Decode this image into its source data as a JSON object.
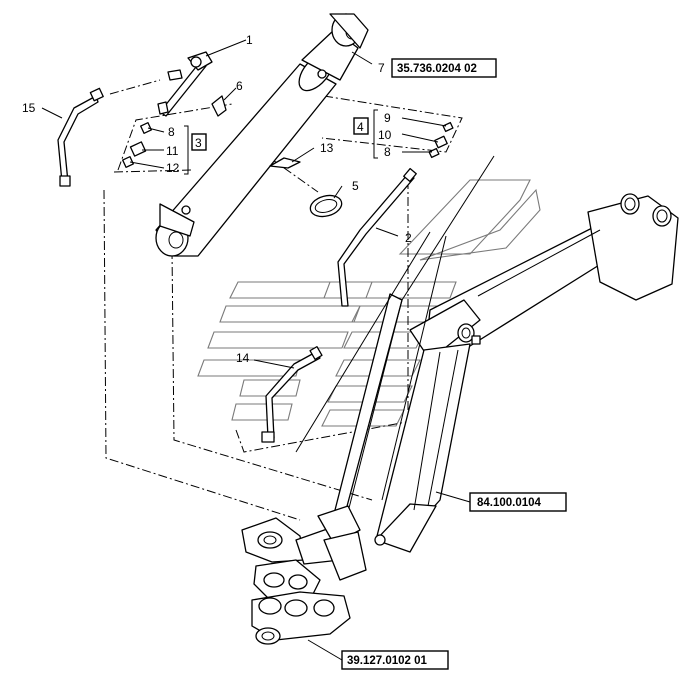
{
  "callouts": {
    "c1": "1",
    "c2": "2",
    "c3": "3",
    "c4": "4",
    "c5": "5",
    "c6": "6",
    "c7": "7",
    "c8a": "8",
    "c8b": "8",
    "c9": "9",
    "c10": "10",
    "c11": "11",
    "c12": "12",
    "c13": "13",
    "c14": "14",
    "c15": "15"
  },
  "references": {
    "cylinder_ref": "35.736.0204 02",
    "boom_ref": "84.100.0104",
    "swing_ref": "39.127.0102 01"
  }
}
